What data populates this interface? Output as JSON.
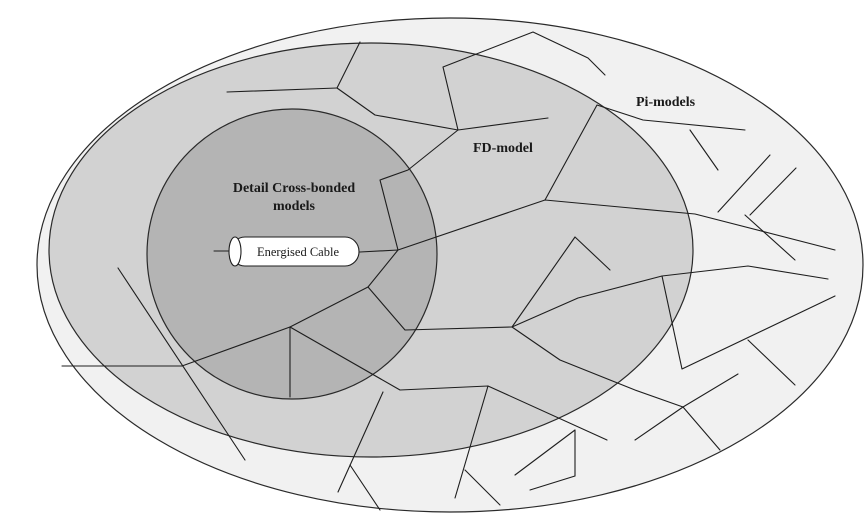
{
  "labels": {
    "pi_models": "Pi-models",
    "fd_model": "FD-model",
    "detail_line1": "Detail Cross-bonded",
    "detail_line2": "models",
    "energised_cable": "Energised Cable"
  },
  "colors": {
    "outer_zone": "#f1f1f1",
    "fd_zone": "#d2d2d2",
    "detail_zone": "#b4b4b4",
    "lines": "#1e1e1e"
  }
}
